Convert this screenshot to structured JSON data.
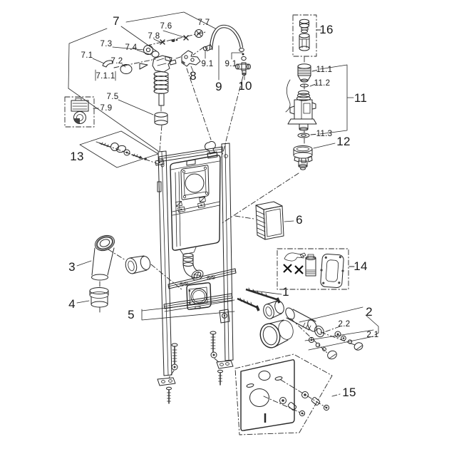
{
  "diagram": {
    "type": "exploded-parts-diagram",
    "background": "#ffffff",
    "line_color": "#262626"
  },
  "labels": {
    "n1": "1",
    "n2": "2",
    "n2_1": "2.1",
    "n2_2": "2.2",
    "n3": "3",
    "n4": "4",
    "n5": "5",
    "n6": "6",
    "n7": "7",
    "n7_1": "7.1",
    "n7_1_1": "7.1.1",
    "n7_2": "7.2",
    "n7_3": "7.3",
    "n7_4": "7.4",
    "n7_5": "7.5",
    "n7_6": "7.6",
    "n7_7": "7.7",
    "n7_8": "7.8",
    "n7_9": "7.9",
    "n8": "8",
    "n9": "9",
    "n9_1a": "9.1",
    "n9_1b": "9.1",
    "n10": "10",
    "n11": "11",
    "n11_1": "11.1",
    "n11_2": "11.2",
    "n11_3": "11.3",
    "n12": "12",
    "n13": "13",
    "n14": "14",
    "n15": "15",
    "n16": "16"
  }
}
